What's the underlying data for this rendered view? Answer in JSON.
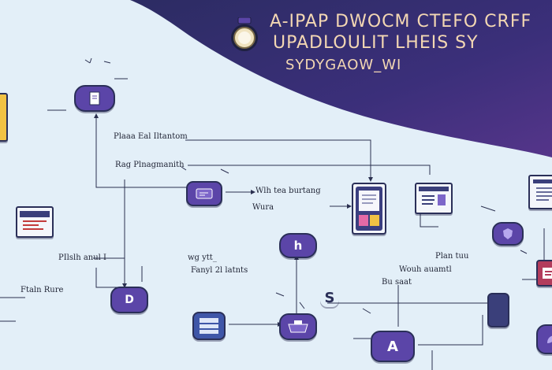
{
  "header": {
    "title_line1": "A-IPAP DWOCM CTEFO CRFF",
    "title_line2": "UPADLOULIT LHEIS SY",
    "title_line3": "SYDYGAOW_WI"
  },
  "labels": {
    "l1": "Plaaa Eal Iltantom",
    "l2": "Rag Plnagmanith",
    "l3": "Wlh tea burtang",
    "l4": "Wura",
    "l5": "PIlslh anul I",
    "l6": "wg ytt_",
    "l7": "Fanyl 2l latnts",
    "l8": "Ftaln Rure",
    "l9": "Plan tuu",
    "l10": "Wouh auamtl",
    "l11": "Bu saat"
  },
  "nodes": {
    "cross_glyph": "D",
    "lens_glyph": "D",
    "a_glyph": "A",
    "hook_glyph": "h",
    "symbol": "S"
  },
  "colors": {
    "pill": "#5b45a8",
    "border": "#2a2f58",
    "banner": "#3b2f7a",
    "title": "#f3d7b3"
  }
}
